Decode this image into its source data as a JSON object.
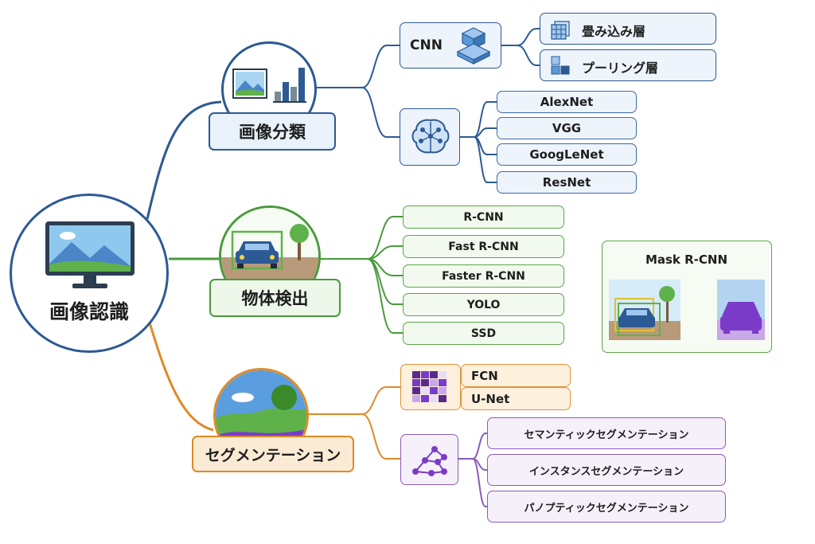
{
  "root": {
    "label": "画像認識",
    "icon": "monitor-landscape-icon"
  },
  "classification": {
    "label": "画像分類",
    "icon": "picture-bar-chart-icon",
    "cnn": {
      "label": "CNN",
      "icon": "stacked-cubes-icon",
      "layers": [
        {
          "label": "畳み込み層",
          "icon": "grid-cube-icon"
        },
        {
          "label": "プーリング層",
          "icon": "pooling-blocks-icon"
        }
      ]
    },
    "networks_icon": "neural-brain-icon",
    "networks": [
      "AlexNet",
      "VGG",
      "GoogLeNet",
      "ResNet"
    ]
  },
  "detection": {
    "label": "物体検出",
    "icon": "car-bounding-box-icon",
    "methods": [
      "R-CNN",
      "Fast R-CNN",
      "Faster R-CNN",
      "YOLO",
      "SSD"
    ],
    "mask_panel": {
      "title": "Mask R-CNN",
      "icon": "car-mask-transform-icon"
    }
  },
  "segmentation": {
    "label": "セグメンテーション",
    "icon": "segmented-landscape-icon",
    "models_icon": "pixel-grid-icon",
    "models": [
      "FCN",
      "U-Net"
    ],
    "types_icon": "node-network-icon",
    "types": [
      "セマンティックセグメンテーション",
      "インスタンスセグメンテーション",
      "パノプティックセグメンテーション"
    ]
  },
  "colors": {
    "blue": "#2c5a94",
    "green": "#4a9a3c",
    "orange": "#de8a28",
    "purple": "#8a5bb8"
  }
}
